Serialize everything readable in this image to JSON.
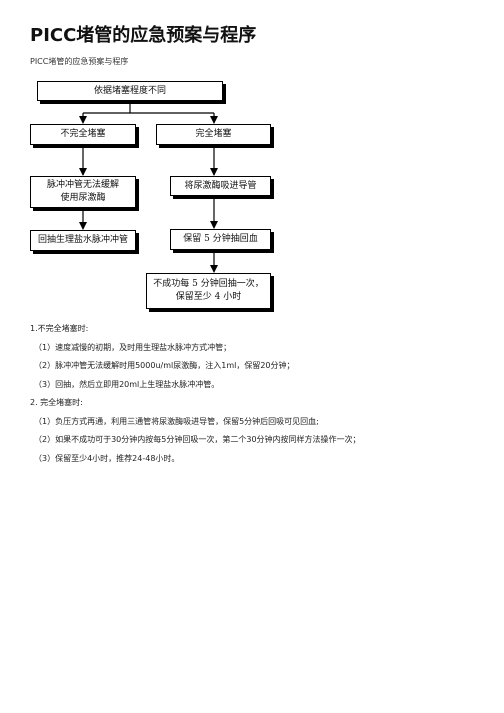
{
  "doc": {
    "title": "PICC堵管的应急预案与程序",
    "subtitle": "PICC堵管的应急预案与程序"
  },
  "flowchart": {
    "top": "依据堵塞程度不同",
    "partial": "不完全堵塞",
    "complete": "完全堵塞",
    "partial_step1_line1": "脉冲冲管无法缓解",
    "partial_step1_line2": "使用尿激酶",
    "partial_step2": "回抽生理盐水脉冲冲管",
    "complete_step1": "将尿激酶吸进导管",
    "complete_step2": "保留 5 分钟抽回血",
    "final_line1": "不成功每 5 分钟回抽一次，",
    "final_line2": "保留至少 4 小时"
  },
  "notes": {
    "h1": "1.不完全堵塞时:",
    "h1_items": [
      "（1）速度减慢的初期，及时用生理盐水脉冲方式冲管；",
      "（2）脉冲冲管无法缓解时用5000u/ml尿激酶，注入1ml，保留20分钟；",
      "（3）回抽，然后立即用20ml上生理盐水脉冲冲管。"
    ],
    "h2": "2. 完全堵塞时:",
    "h2_items": [
      "（1）负压方式再通，利用三通管将尿激酶吸进导管，保留5分钟后回吸可见回血;",
      "（2）如果不成功可于30分钟内按每5分钟回吸一次，第二个30分钟内按同样方法操作一次；",
      "（3）保留至少4小时，推荐24-48小时。"
    ]
  }
}
